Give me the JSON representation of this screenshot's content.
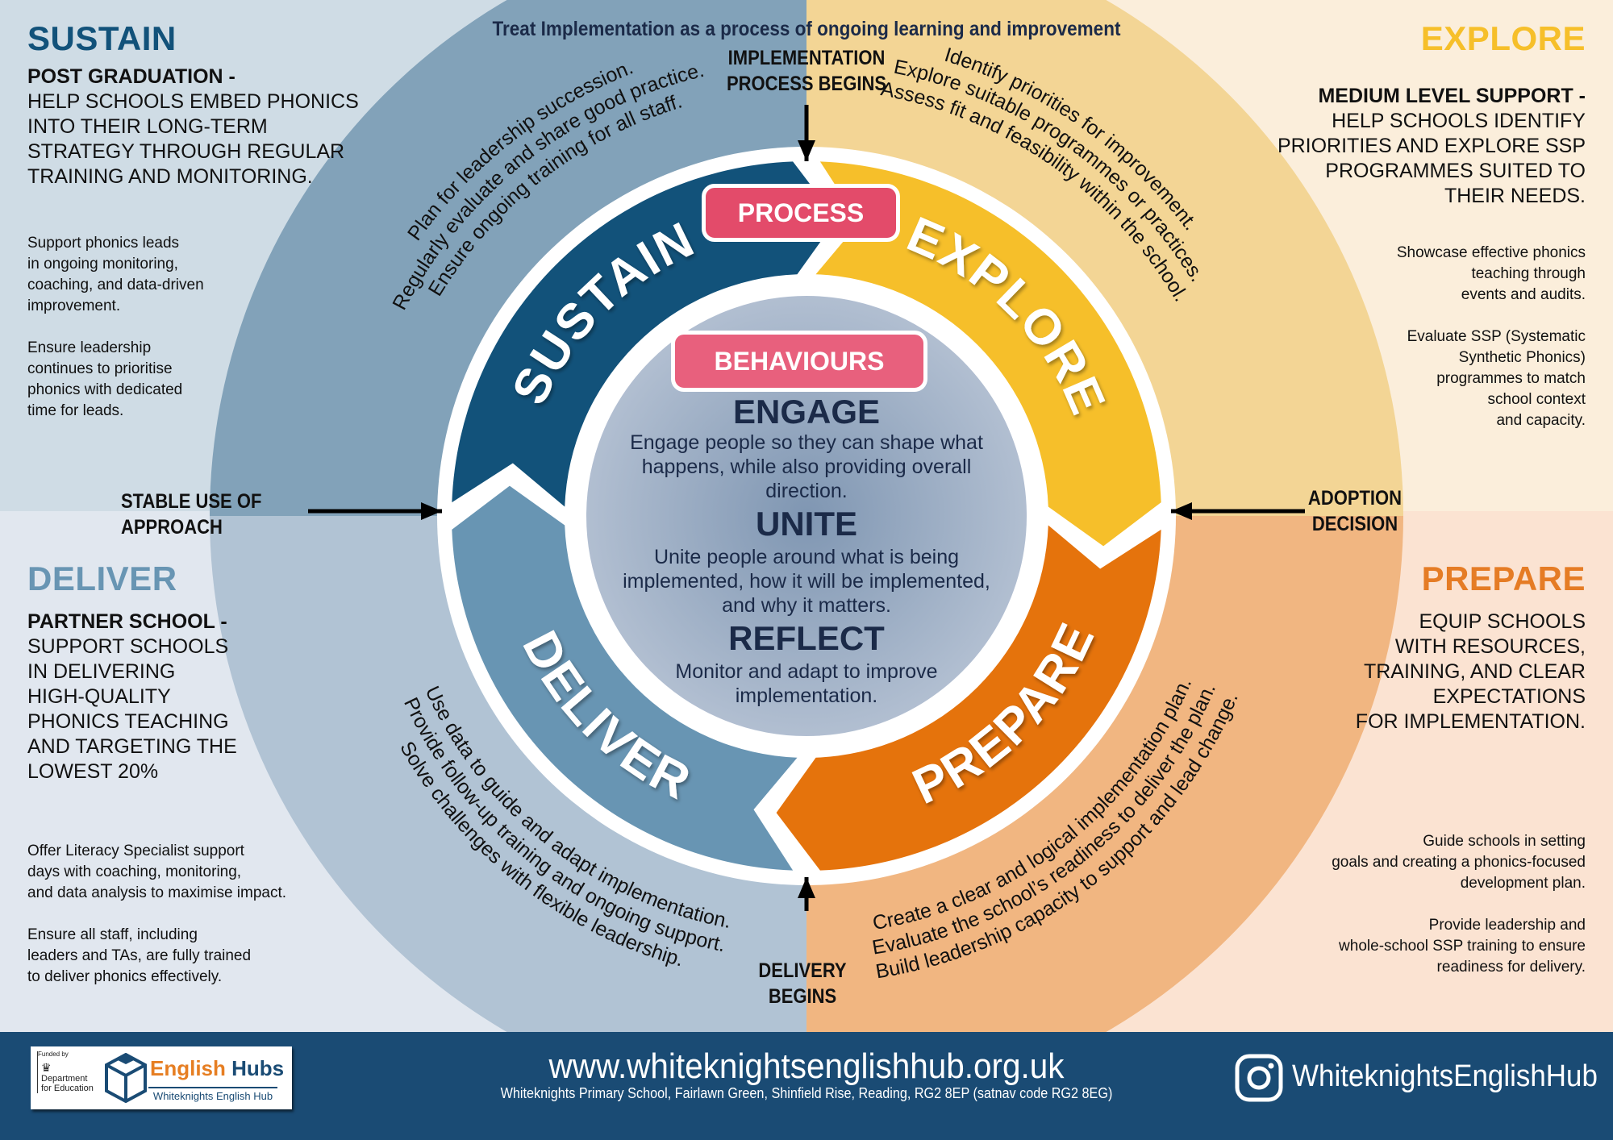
{
  "title": "Treat Implementation as a process of ongoing learning and improvement",
  "colors": {
    "sustain": "#12527a",
    "explore": "#f6bf2a",
    "prepare": "#e5730c",
    "deliver": "#6895b3",
    "badge": "#e34b6a",
    "text_dark": "#1b2a48",
    "footer": "#1a4b74"
  },
  "milestones": {
    "top": "IMPLEMENTATION|PROCESS BEGINS",
    "right": "ADOPTION|DECISION",
    "bottom": "DELIVERY|BEGINS",
    "left": "STABLE USE OF|APPROACH"
  },
  "badges": {
    "process": "PROCESS",
    "behaviours": "BEHAVIOURS"
  },
  "phases": [
    {
      "id": "sustain",
      "ring_label": "SUSTAIN",
      "actions": [
        "Plan for leadership succession.",
        "Regularly evaluate and share good practice.",
        "Ensure ongoing training for all staff."
      ],
      "corner": {
        "heading": "SUSTAIN",
        "level": "POST GRADUATION -",
        "summary": "HELP SCHOOLS EMBED PHONICS INTO THEIR LONG-TERM STRATEGY THROUGH REGULAR TRAINING AND MONITORING.",
        "summary_lines": [
          "HELP SCHOOLS EMBED PHONICS",
          "INTO THEIR LONG-TERM",
          "STRATEGY THROUGH REGULAR",
          "TRAINING AND MONITORING."
        ],
        "details": [
          [
            "Support phonics leads",
            "in ongoing monitoring,",
            "coaching, and data-driven",
            "improvement."
          ],
          [
            "Ensure leadership",
            "continues to prioritise",
            "phonics with dedicated",
            "time for leads."
          ]
        ]
      }
    },
    {
      "id": "explore",
      "ring_label": "EXPLORE",
      "actions": [
        "Identify priorities for improvement.",
        "Explore suitable programmes or practices.",
        "Assess fit and feasibility within the school."
      ],
      "corner": {
        "heading": "EXPLORE",
        "level": "MEDIUM LEVEL SUPPORT -",
        "summary_lines": [
          "HELP SCHOOLS IDENTIFY",
          "PRIORITIES AND EXPLORE SSP",
          "PROGRAMMES SUITED TO",
          "THEIR NEEDS."
        ],
        "details": [
          [
            "Showcase effective phonics",
            "teaching through",
            "events and audits."
          ],
          [
            "Evaluate SSP (Systematic",
            "Synthetic Phonics)",
            "programmes to match",
            "school context",
            "and capacity."
          ]
        ]
      }
    },
    {
      "id": "prepare",
      "ring_label": "PREPARE",
      "actions": [
        "Create a clear and logical implementation plan.",
        "Evaluate the school’s readiness to deliver the plan.",
        "Build leadership capacity to support and lead change."
      ],
      "corner": {
        "heading": "PREPARE",
        "level": "",
        "summary_lines": [
          "EQUIP SCHOOLS",
          "WITH RESOURCES,",
          "TRAINING, AND CLEAR",
          "EXPECTATIONS",
          "FOR IMPLEMENTATION."
        ],
        "details": [
          [
            "Guide schools in setting",
            "goals and creating a phonics-focused",
            "development plan."
          ],
          [
            "Provide leadership and",
            "whole-school SSP training to ensure",
            "readiness for delivery."
          ]
        ]
      }
    },
    {
      "id": "deliver",
      "ring_label": "DELIVER",
      "actions": [
        "Use data to guide and adapt implementation.",
        "Provide follow-up training and ongoing support.",
        "Solve challenges with flexible leadership."
      ],
      "corner": {
        "heading": "DELIVER",
        "level": "PARTNER SCHOOL -",
        "summary_lines": [
          "SUPPORT SCHOOLS",
          "IN DELIVERING",
          "HIGH-QUALITY",
          "PHONICS TEACHING",
          "AND TARGETING THE",
          "LOWEST 20%"
        ],
        "details": [
          [
            "Offer Literacy Specialist support",
            "days with coaching, monitoring,",
            "and data analysis to maximise impact."
          ],
          [
            "Ensure all staff, including",
            "leaders and TAs, are fully trained",
            "to deliver phonics effectively."
          ]
        ]
      }
    }
  ],
  "behaviours": [
    {
      "title": "ENGAGE",
      "lines": [
        "Engage people so they can shape what",
        "happens, while also providing overall",
        "direction."
      ]
    },
    {
      "title": "UNITE",
      "lines": [
        "Unite people around what is being",
        "implemented, how it will be implemented,",
        "and why it matters."
      ]
    },
    {
      "title": "REFLECT",
      "lines": [
        "Monitor and adapt to improve",
        "implementation."
      ]
    }
  ],
  "footer": {
    "funded_by": "Funded by",
    "dfe_line1": "Department",
    "dfe_line2": "for Education",
    "hub_word1": "English",
    "hub_word2": "Hubs",
    "hub_subtitle": "Whiteknights English Hub",
    "url": "www.whiteknightsenglishhub.org.uk",
    "address": "Whiteknights Primary School, Fairlawn Green, Shinfield Rise, Reading, RG2 8EP (satnav code RG2 8EG)",
    "social_icon": "instagram-icon",
    "social_handle": "WhiteknightsEnglishHub"
  }
}
